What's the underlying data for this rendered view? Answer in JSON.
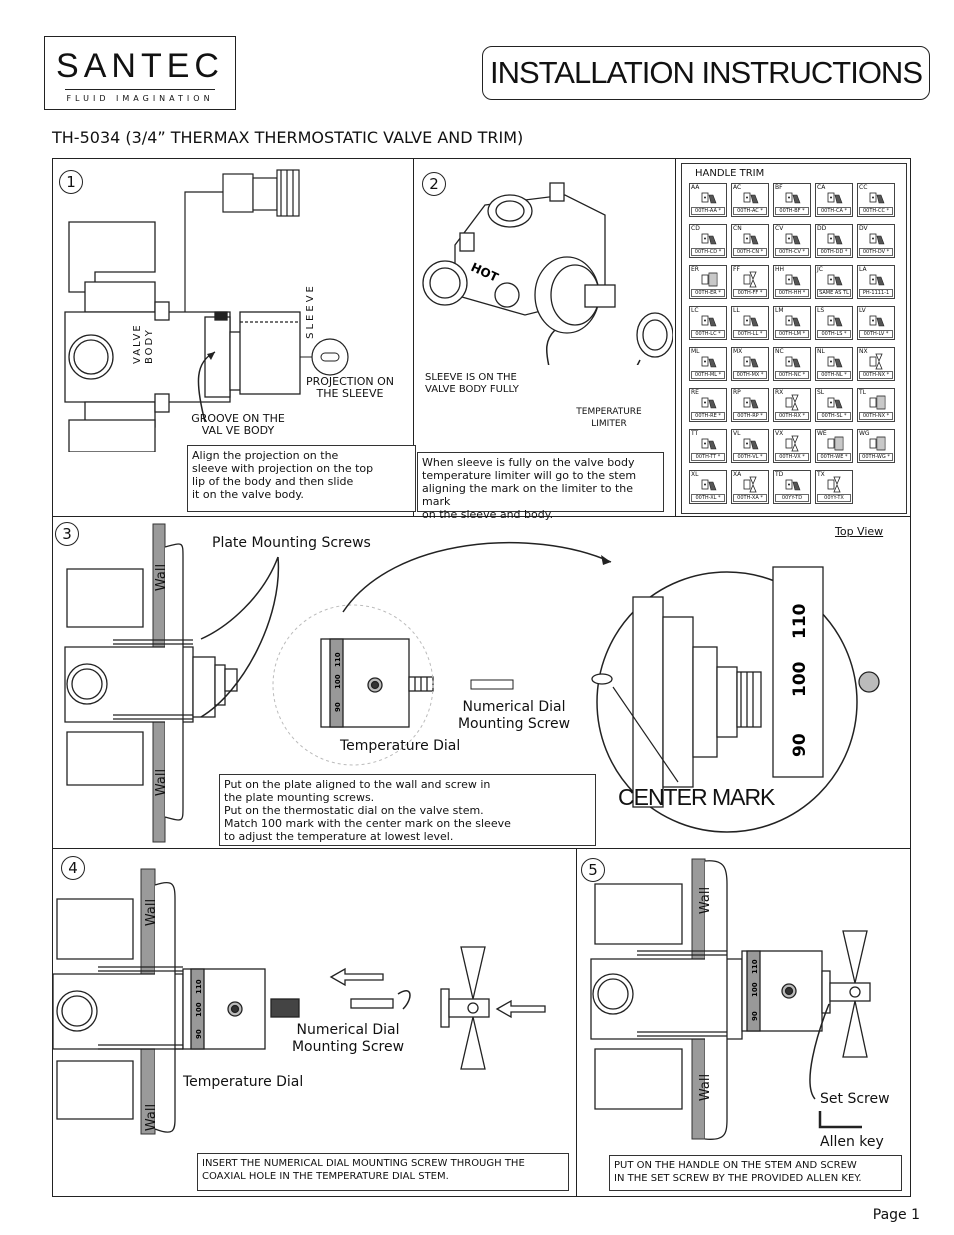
{
  "brand": {
    "name": "SANTEC",
    "tagline": "FLUID IMAGINATION"
  },
  "header": {
    "title": "INSTALLATION INSTRUCTIONS"
  },
  "subtitle": "TH-5034  (3/4” THERMAX  THERMOSTATIC  VALVE  AND  TRIM)",
  "steps": {
    "s1": {
      "number": "1",
      "labels": {
        "valve_body": "VALVE\nBODY",
        "sleeve": "SLEEVE",
        "projection": "PROJECTION ON\nTHE SLEEVE",
        "groove": "GROOVE ON THE\nVAL VE BODY"
      },
      "note": "Align the projection on the\nsleeve with projection on the top\nlip of the body and then slide\nit on the valve body."
    },
    "s2": {
      "number": "2",
      "labels": {
        "hot": "HOT",
        "sleeve_on": "SLEEVE IS ON THE\nVALVE BODY FULLY",
        "limiter": "TEMPERATURE\nLIMITER"
      },
      "note": "When sleeve is fully on the valve body\ntemperature limiter will go to the stem\naligning the mark on the limiter to the mark\non the sleeve and body."
    },
    "s3": {
      "number": "3",
      "labels": {
        "plate_screws": "Plate Mounting Screws",
        "numerical_screw": "Numerical Dial\nMounting Screw",
        "temp_dial": "Temperature Dial",
        "wall_top": "Wall",
        "wall_bottom": "Wall",
        "top_view": "Top View",
        "center_mark": "CENTER MARK",
        "dial_90": "90",
        "dial_100": "100",
        "dial_110": "110"
      },
      "note": "Put on the plate aligned to the wall and screw in\nthe plate mounting screws.\nPut on the thermostatic dial on the valve stem.\nMatch 100 mark with the center mark on the sleeve\nto adjust the temperature at lowest level."
    },
    "s4": {
      "number": "4",
      "labels": {
        "wall_top": "Wall",
        "wall_bottom": "Wall",
        "numerical_screw": "Numerical Dial\nMounting Screw",
        "temp_dial": "Temperature Dial",
        "dial_90": "90",
        "dial_100": "100",
        "dial_110": "110"
      },
      "note": "INSERT THE NUMERICAL DIAL MOUNTING SCREW THROUGH THE\nCOAXIAL HOLE IN THE TEMPERATURE DIAL STEM."
    },
    "s5": {
      "number": "5",
      "labels": {
        "wall_top": "Wall",
        "wall_bottom": "Wall",
        "set_screw": "Set Screw",
        "allen_key": "Allen key",
        "dial_90": "90",
        "dial_100": "100",
        "dial_110": "110"
      },
      "note": "PUT ON THE HANDLE ON THE STEM AND SCREW\nIN THE SET SCREW BY THE PROVIDED ALLEN KEY."
    }
  },
  "handle_trim": {
    "title": "HANDLE TRIM",
    "items": [
      {
        "code": "AA",
        "model": "00TH-AA *",
        "icon": "lever-handle-icon"
      },
      {
        "code": "AC",
        "model": "00TH-AC *",
        "icon": "lever-handle-icon"
      },
      {
        "code": "BF",
        "model": "00TH-BF *",
        "icon": "lever-handle-icon"
      },
      {
        "code": "CA",
        "model": "00TH-CA *",
        "icon": "lever-handle-icon"
      },
      {
        "code": "CC",
        "model": "00TH-CC *",
        "icon": "lever-handle-icon"
      },
      {
        "code": "CD",
        "model": "00TH-CD *",
        "icon": "lever-handle-icon"
      },
      {
        "code": "CN",
        "model": "00TH-CN *",
        "icon": "lever-handle-icon"
      },
      {
        "code": "CV",
        "model": "00TH-CV *",
        "icon": "lever-handle-icon"
      },
      {
        "code": "DD",
        "model": "00TH-DD *",
        "icon": "lever-handle-icon"
      },
      {
        "code": "DV",
        "model": "00TH-DV *",
        "icon": "lever-handle-icon"
      },
      {
        "code": "ER",
        "model": "00TH-ER *",
        "icon": "knob-handle-icon"
      },
      {
        "code": "FF",
        "model": "00TH-FF *",
        "icon": "cross-handle-icon"
      },
      {
        "code": "HH",
        "model": "00TH-HH *",
        "icon": "lever-handle-icon"
      },
      {
        "code": "JC",
        "model": "SAME AS TL",
        "icon": "lever-handle-icon"
      },
      {
        "code": "LA",
        "model": "PH-1111-1",
        "icon": "lever-handle-icon"
      },
      {
        "code": "LC",
        "model": "00TH-LC *",
        "icon": "lever-handle-icon"
      },
      {
        "code": "LL",
        "model": "00TH-LL *",
        "icon": "lever-handle-icon"
      },
      {
        "code": "LM",
        "model": "00TH-LM *",
        "icon": "lever-handle-icon"
      },
      {
        "code": "LS",
        "model": "00TH-LS *",
        "icon": "lever-handle-icon"
      },
      {
        "code": "LV",
        "model": "00TH-LV *",
        "icon": "lever-handle-icon"
      },
      {
        "code": "ML",
        "model": "00TH-ML *",
        "icon": "lever-handle-icon"
      },
      {
        "code": "MX",
        "model": "00TH-MX *",
        "icon": "lever-handle-icon"
      },
      {
        "code": "NC",
        "model": "00TH-NC *",
        "icon": "lever-handle-icon"
      },
      {
        "code": "NL",
        "model": "00TH-NL *",
        "icon": "lever-handle-icon"
      },
      {
        "code": "NX",
        "model": "00TH-NX *",
        "icon": "cross-handle-icon"
      },
      {
        "code": "RE",
        "model": "00TH-RE *",
        "icon": "lever-handle-icon"
      },
      {
        "code": "RP",
        "model": "00TH-RP *",
        "icon": "lever-handle-icon"
      },
      {
        "code": "RX",
        "model": "00TH-RX *",
        "icon": "cross-handle-icon"
      },
      {
        "code": "SL",
        "model": "00TH-SL *",
        "icon": "lever-handle-icon"
      },
      {
        "code": "TL",
        "model": "00TH-NX *",
        "icon": "knob-handle-icon"
      },
      {
        "code": "TT",
        "model": "00TH-TT *",
        "icon": "lever-handle-icon"
      },
      {
        "code": "VL",
        "model": "00TH-VL *",
        "icon": "lever-handle-icon"
      },
      {
        "code": "VX",
        "model": "00TH-VX *",
        "icon": "cross-handle-icon"
      },
      {
        "code": "WE",
        "model": "00TH-WE *",
        "icon": "knob-handle-icon"
      },
      {
        "code": "WG",
        "model": "00TH-WG *",
        "icon": "knob-handle-icon"
      },
      {
        "code": "XL",
        "model": "00TH-XL *",
        "icon": "lever-handle-icon"
      },
      {
        "code": "XA",
        "model": "00TH-XA *",
        "icon": "cross-handle-icon"
      },
      {
        "code": "TD",
        "model": "00YY-TD",
        "icon": "lever-handle-icon"
      },
      {
        "code": "TX",
        "model": "00YY-TX",
        "icon": "cross-handle-icon"
      }
    ]
  },
  "footer": {
    "page": "Page  1"
  }
}
